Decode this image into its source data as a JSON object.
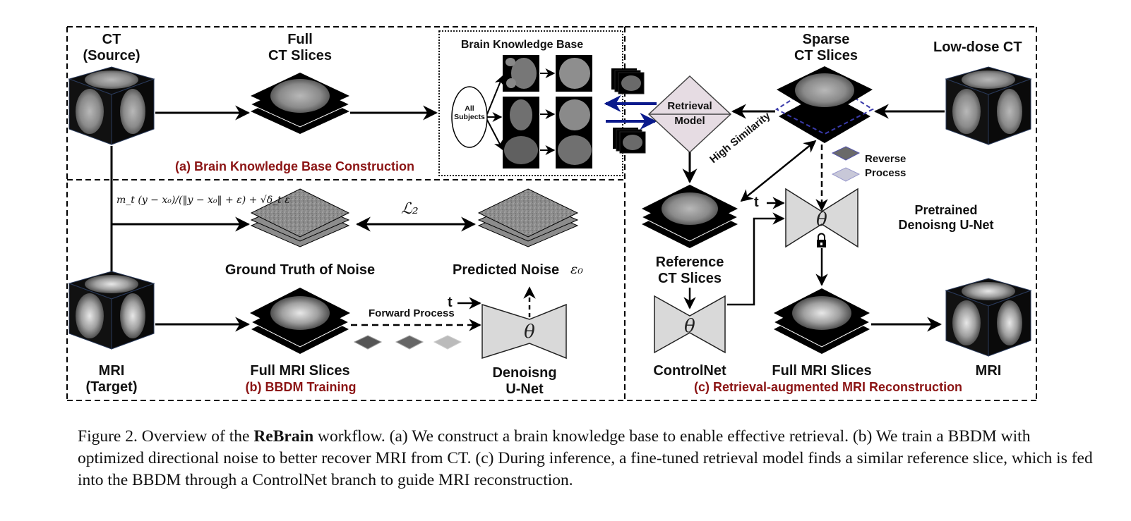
{
  "figure": {
    "sections": {
      "a": "(a) Brain Knowledge Base Construction",
      "b": "(b) BBDM Training",
      "c": "(c) Retrieval-augmented MRI Reconstruction"
    },
    "labels": {
      "ct_source_1": "CT",
      "ct_source_2": "(Source)",
      "full_ct_1": "Full",
      "full_ct_2": "CT Slices",
      "kb_title": "Brain Knowledge Base",
      "all_subjects_1": "All",
      "all_subjects_2": "Subjects",
      "sparse_ct_1": "Sparse",
      "sparse_ct_2": "CT Slices",
      "low_dose_ct": "Low-dose CT",
      "retrieval_1": "Retrieval",
      "retrieval_2": "Model",
      "high_similarity": "High Similarity",
      "reverse_1": "Reverse",
      "reverse_2": "Process",
      "t_label": "t",
      "pretrained_1": "Pretrained",
      "pretrained_2": "Denoisng U-Net",
      "reference_1": "Reference",
      "reference_2": "CT Slices",
      "controlnet": "ControlNet",
      "full_mri_c": "Full MRI Slices",
      "mri_out": "MRI",
      "noise_formula": "m_t (y − x₀)/(‖y − x₀‖ + ε) + √δ_t ε",
      "loss": "ℒ₂",
      "gt_noise": "Ground Truth of Noise",
      "pred_noise": "Predicted Noise",
      "pred_noise_sym": "ε₀",
      "forward": "Forward Process",
      "mri_target_1": "MRI",
      "mri_target_2": "(Target)",
      "full_mri_b": "Full MRI Slices",
      "denoise_1": "Denoisng",
      "denoise_2": "U-Net",
      "theta": "θ"
    },
    "colors": {
      "section_title": "#8b1414",
      "retrieval_arrow": "#0a1a8c",
      "retrieval_fill": "#e6dce3",
      "unet_fill": "#d9d9d9"
    }
  },
  "caption": {
    "prefix": "Figure 2. Overview of the ",
    "bold": "ReBrain",
    "rest": " workflow. (a) We construct a brain knowledge base to enable effective retrieval. (b) We train a BBDM with optimized directional noise to better recover MRI from CT. (c) During inference, a fine-tuned retrieval model finds a similar reference slice, which is fed into the BBDM through a ControlNet branch to guide MRI reconstruction."
  }
}
